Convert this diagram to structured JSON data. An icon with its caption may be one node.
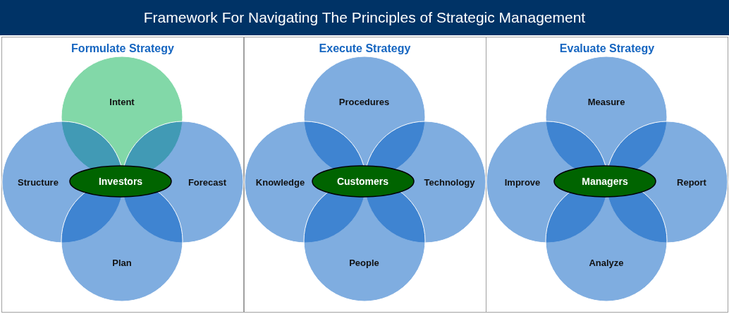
{
  "diagram": {
    "title": "Framework For Navigating The Principles of Strategic Management",
    "nodes": [
      {
        "text": [
          "Formulate Strategy"
        ]
      },
      {
        "text": [
          "Intent"
        ],
        "in": 0
      },
      {
        "text": [
          "Structure"
        ],
        "in": 0
      },
      {
        "text": [
          "Forecast"
        ],
        "in": 0
      },
      {
        "text": [
          "Plan"
        ],
        "in": 0
      },
      {
        "text": [
          "Investors"
        ],
        "in": 0
      },
      {
        "text": [
          "Execute Strategy"
        ]
      },
      {
        "text": [
          "Procedures"
        ],
        "in": 6
      },
      {
        "text": [
          "Knowledge"
        ],
        "in": 6
      },
      {
        "text": [
          "Technology"
        ],
        "in": 6
      },
      {
        "text": [
          "People"
        ],
        "in": 6
      },
      {
        "text": [
          "Customers"
        ],
        "in": 6
      },
      {
        "text": [
          "Evaluate Strategy"
        ]
      },
      {
        "text": [
          "Measure"
        ],
        "in": 12
      },
      {
        "text": [
          "Improve"
        ],
        "in": 12
      },
      {
        "text": [
          "Report"
        ],
        "in": 12
      },
      {
        "text": [
          "Analyze"
        ],
        "in": 12
      },
      {
        "text": [
          "Managers"
        ],
        "in": 12
      }
    ]
  }
}
